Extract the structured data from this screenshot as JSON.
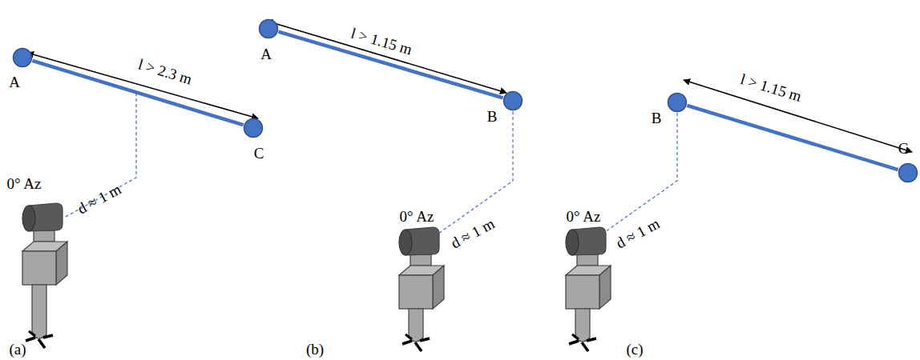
{
  "diagram": {
    "nodes": [
      {
        "text": [
          "A"
        ]
      },
      {
        "text": [
          "C"
        ]
      },
      {
        "text": [
          "A"
        ]
      },
      {
        "text": [
          "B"
        ]
      },
      {
        "text": [
          "B"
        ]
      },
      {
        "text": [
          "C"
        ]
      }
    ],
    "edges": [
      {
        "from": 0,
        "to": 1,
        "arrow": "none"
      },
      {
        "from": 2,
        "to": 3,
        "arrow": "none"
      },
      {
        "from": 4,
        "to": 5,
        "arrow": "none"
      }
    ],
    "labels": [
      "l > 2.3 m",
      "0° Az",
      "d ≈ 1 m",
      "(a)",
      "l > 1.15 m",
      "0° Az",
      "d ≈ 1 m",
      "(b)",
      "l > 1.15 m",
      "0° Az",
      "d ≈ 1 m",
      "(c)"
    ]
  }
}
